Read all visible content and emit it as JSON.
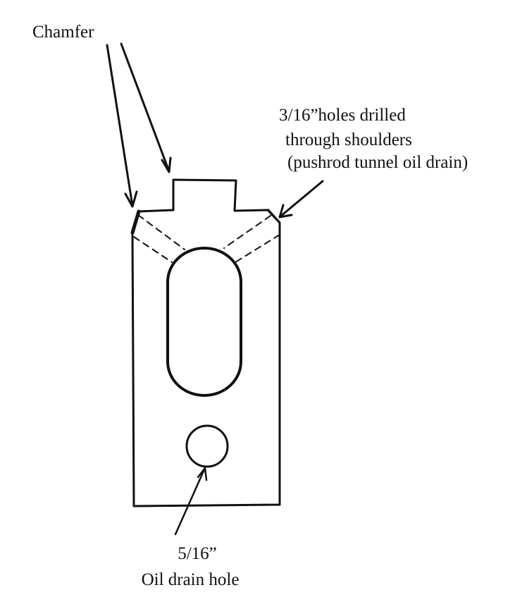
{
  "annotations": {
    "chamfer": "Chamfer",
    "holes_line1": "3/16”holes drilled",
    "holes_line2": "through shoulders",
    "holes_line3": "(pushrod tunnel oil drain)",
    "drain_size": "5/16”",
    "drain_name": "Oil drain hole"
  },
  "colors": {
    "ink": "#111111",
    "paper": "#ffffff"
  }
}
